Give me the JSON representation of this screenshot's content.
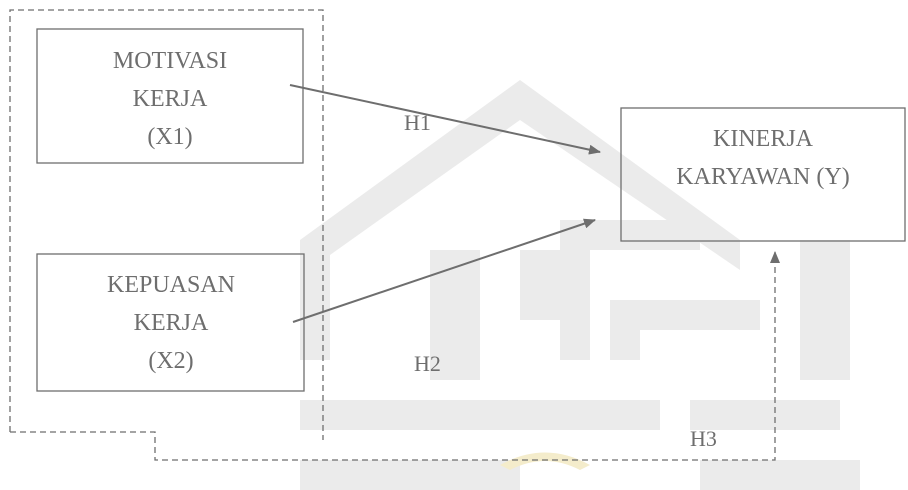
{
  "nodes": {
    "x1": {
      "lines": [
        "MOTIVASI",
        "KERJA",
        "(X1)"
      ]
    },
    "x2": {
      "lines": [
        "KEPUASAN",
        "KERJA",
        "(X2)"
      ]
    },
    "y": {
      "lines": [
        "KINERJA",
        "KARYAWAN (Y)"
      ]
    }
  },
  "hypotheses": {
    "h1": "H1",
    "h2": "H2",
    "h3": "H3"
  },
  "colors": {
    "stroke": "#6e6e6e",
    "text": "#6e6e6e",
    "watermark": "#ebebeb",
    "watermark_accent": "#f4eccb"
  }
}
